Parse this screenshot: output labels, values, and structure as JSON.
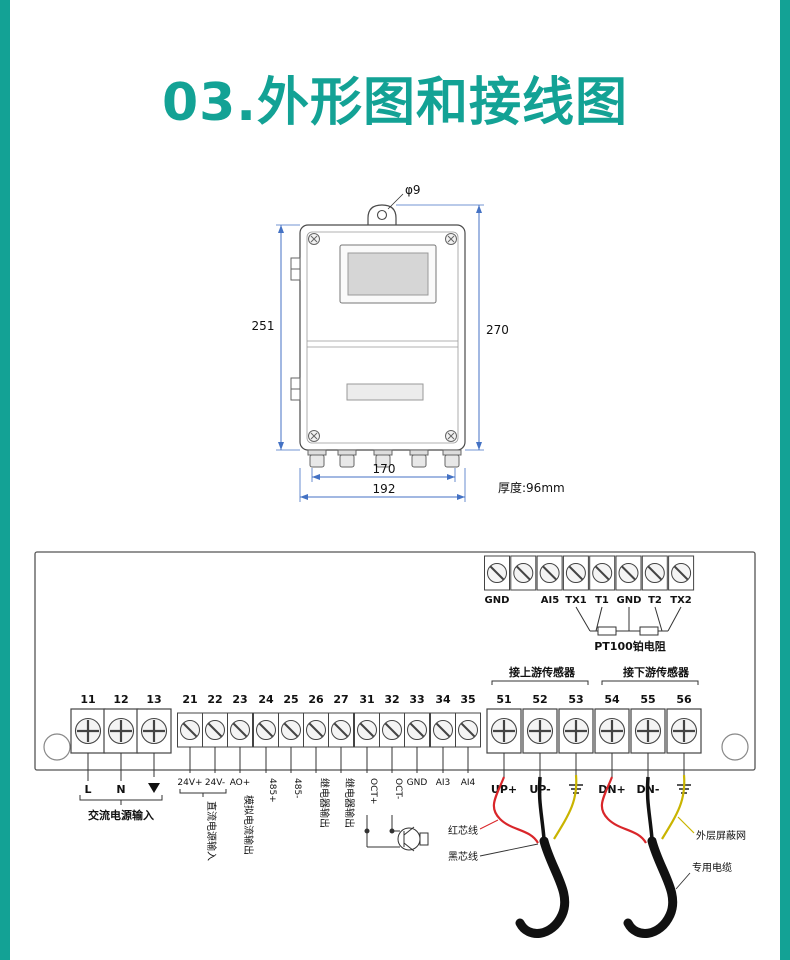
{
  "page": {
    "title": "03.外形图和接线图",
    "accent_color": "#13a295"
  },
  "outline_drawing": {
    "hole_diameter": "φ9",
    "body_height": "251",
    "total_height": "270",
    "gland_width": "170",
    "body_width": "192",
    "thickness": "厚度:96mm"
  },
  "wiring_diagram": {
    "top_strip": {
      "labels": [
        "GND",
        "AI5",
        "TX1",
        "T1",
        "GND",
        "T2",
        "TX2"
      ],
      "note": "PT100铂电阻"
    },
    "sensors": {
      "upstream": "接上游传感器",
      "downstream": "接下游传感器"
    },
    "terminal_numbers": [
      "11",
      "12",
      "13",
      "21",
      "22",
      "23",
      "24",
      "25",
      "26",
      "27",
      "31",
      "32",
      "33",
      "34",
      "35",
      "51",
      "52",
      "53",
      "54",
      "55",
      "56"
    ],
    "terminal_labels": {
      "l": "L",
      "n": "N",
      "dc_plus": "24V+",
      "dc_minus": "24V-",
      "ao_plus": "AO+",
      "rs485_plus": "485+",
      "rs485_minus": "485-",
      "relay_1": "继电器输出",
      "relay_2": "继电器输出",
      "oct_plus": "OCT+",
      "oct_minus": "OCT-",
      "gnd": "GND",
      "ai3": "AI3",
      "ai4": "AI4",
      "up_plus": "UP+",
      "up_minus": "UP-",
      "dn_plus": "DN+",
      "dn_minus": "DN-"
    },
    "group_labels": {
      "ac_input": "交流电源输入",
      "dc_input": "直流电源输入",
      "analog_output": "模拟电流输出"
    },
    "wire_labels": {
      "red_core": "红芯线",
      "black_core": "黑芯线",
      "outer_shield": "外层屏蔽网",
      "cable": "专用电缆"
    }
  }
}
